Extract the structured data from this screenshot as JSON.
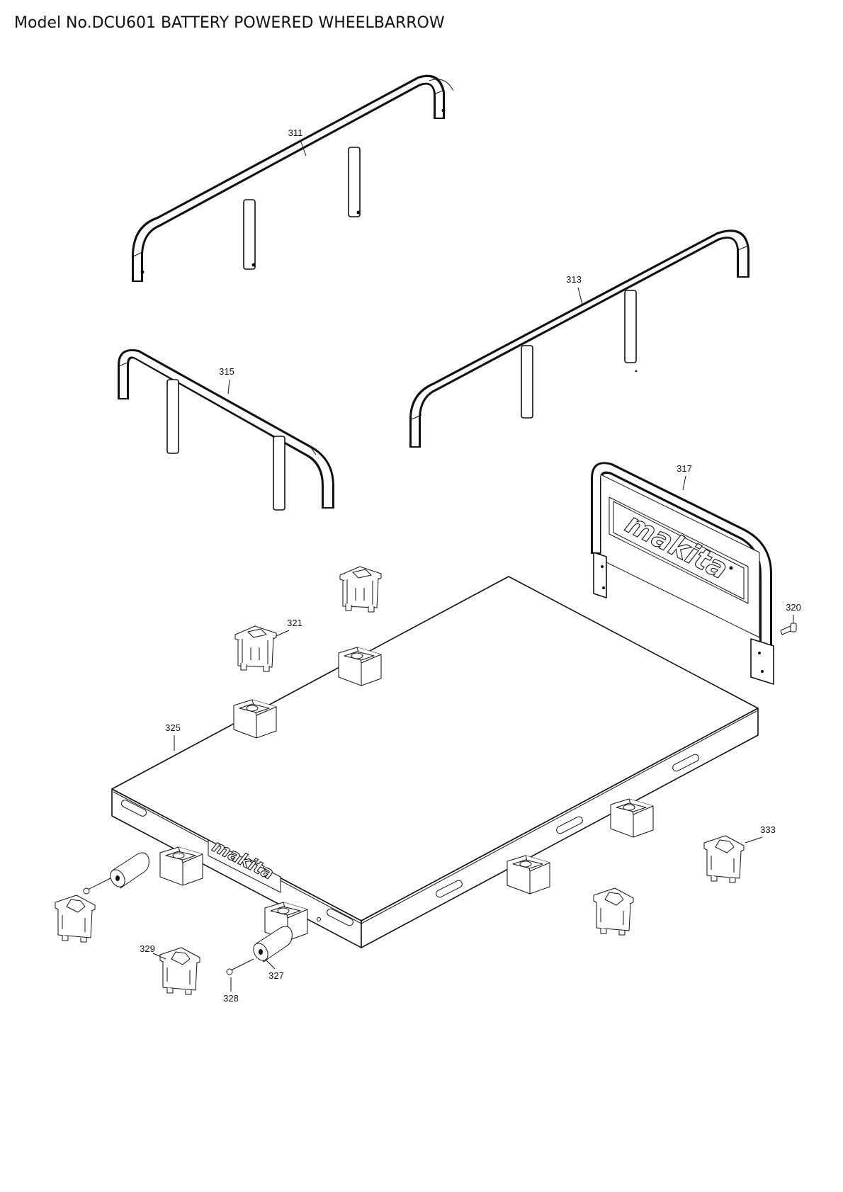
{
  "page": {
    "title": "Model No.DCU601 BATTERY POWERED WHEELBARROW"
  },
  "brand": {
    "logo_text": "makita"
  },
  "callouts": [
    {
      "id": "p311",
      "label": "311"
    },
    {
      "id": "p313",
      "label": "313"
    },
    {
      "id": "p315",
      "label": "315"
    },
    {
      "id": "p317",
      "label": "317"
    },
    {
      "id": "p320",
      "label": "320"
    },
    {
      "id": "p321",
      "label": "321"
    },
    {
      "id": "p325",
      "label": "325"
    },
    {
      "id": "p327",
      "label": "327"
    },
    {
      "id": "p328",
      "label": "328"
    },
    {
      "id": "p329",
      "label": "329"
    },
    {
      "id": "p333",
      "label": "333"
    }
  ],
  "colors": {
    "line": "#111111",
    "background": "#ffffff"
  }
}
